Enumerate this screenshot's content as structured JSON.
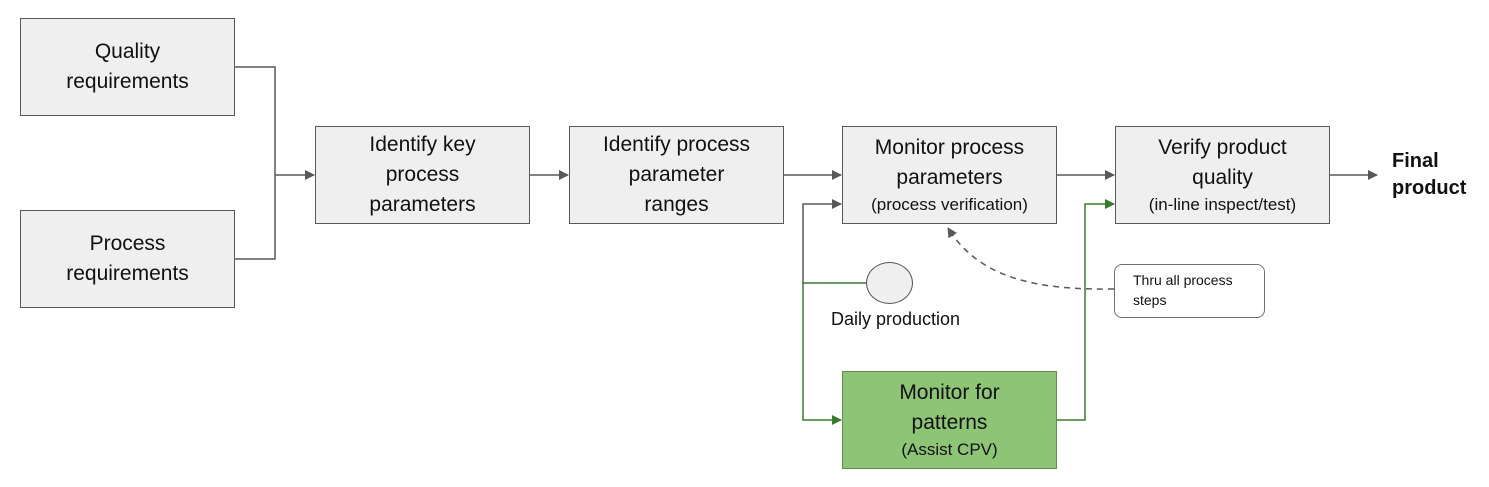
{
  "boxes": {
    "quality_requirements": {
      "line1": "Quality",
      "line2": "requirements"
    },
    "process_requirements": {
      "line1": "Process",
      "line2": "requirements"
    },
    "identify_key": {
      "line1": "Identify key",
      "line2": "process",
      "line3": "parameters"
    },
    "identify_ranges": {
      "line1": "Identify process",
      "line2": "parameter",
      "line3": "ranges"
    },
    "monitor_params": {
      "line1": "Monitor process",
      "line2": "parameters",
      "sub": "(process verification)"
    },
    "verify_quality": {
      "line1": "Verify product",
      "line2": "quality",
      "sub": "(in-line inspect/test)"
    },
    "monitor_patterns": {
      "line1": "Monitor for",
      "line2": "patterns",
      "sub": "(Assist CPV)"
    }
  },
  "final_product": {
    "line1": "Final",
    "line2": "product"
  },
  "daily_production": "Daily production",
  "callout": {
    "line1": "Thru all process",
    "line2": "steps"
  },
  "colors": {
    "box_fill": "#efefef",
    "box_border": "#595959",
    "green_fill": "#8dc476",
    "green_line": "#3a7a2e",
    "arrow": "#595959"
  }
}
